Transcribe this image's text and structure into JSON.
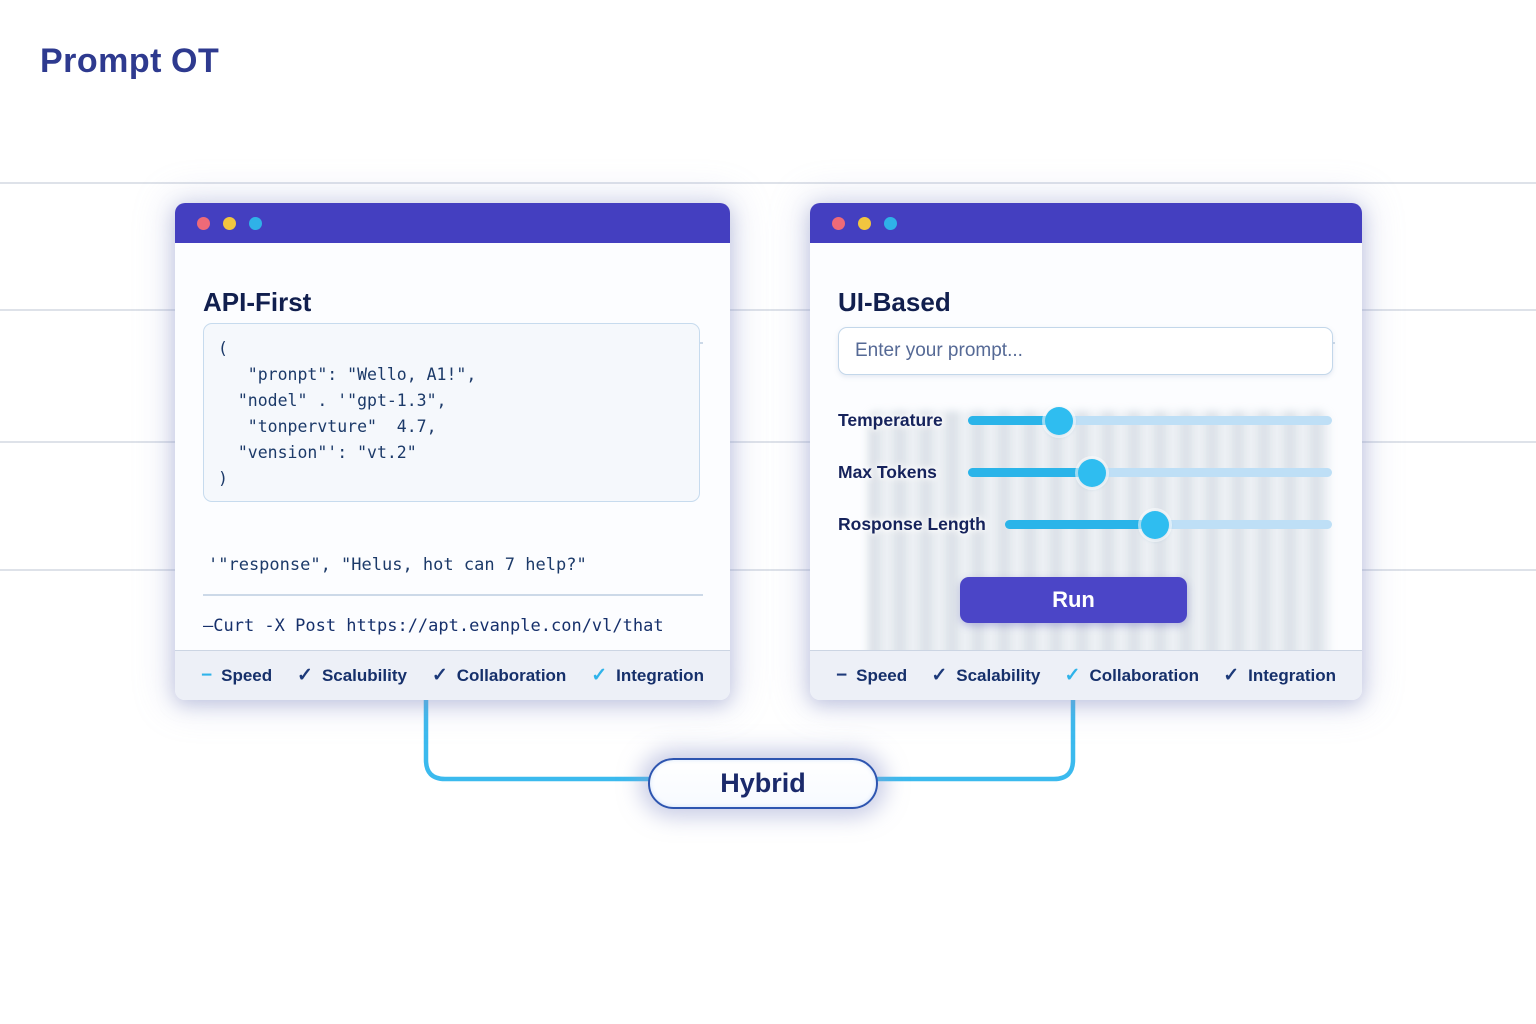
{
  "logo": {
    "part1": "Prompt",
    "part2": "OT"
  },
  "colors": {
    "titlebar": "#443fc0",
    "accent_cyan": "#2fb3ea",
    "navy_text": "#16235c",
    "run_button": "#4b45c7",
    "connector": "#3bbaee"
  },
  "left_window": {
    "title": "API-First",
    "code_lines": [
      "(",
      "   \"pronpt\": \"Wello, A1!\",",
      "  \"nodel\" . '\"gpt-1.3\",",
      "   \"tonpervture\"  4.7,",
      "  \"vension\"': \"vt.2\"",
      ")"
    ],
    "response_line": "'\"response\", \"Helus, hot can 7 help?\"",
    "curl_line": "—Curt -X Post https://apt.evanple.con/vl/that",
    "badges": [
      {
        "icon": "minus-icon",
        "glyph": "−",
        "color": "cyan",
        "label": "Speed"
      },
      {
        "icon": "check-icon",
        "glyph": "✓",
        "color": "navy",
        "label": "Scalubility"
      },
      {
        "icon": "check-icon",
        "glyph": "✓",
        "color": "navy",
        "label": "Collaboration"
      },
      {
        "icon": "check-icon",
        "glyph": "✓",
        "color": "cyan",
        "label": "Integration"
      }
    ]
  },
  "right_window": {
    "title": "UI-Based",
    "prompt_placeholder": "Enter your prompt...",
    "sliders": [
      {
        "label": "Temperature",
        "percent": 25
      },
      {
        "label": "Max Tokens",
        "percent": 34
      },
      {
        "label": "Rosponse Length",
        "percent": 46
      }
    ],
    "run_label": "Run",
    "badges": [
      {
        "icon": "minus-icon",
        "glyph": "−",
        "color": "navy",
        "label": "Speed"
      },
      {
        "icon": "check-icon",
        "glyph": "✓",
        "color": "navy",
        "label": "Scalability"
      },
      {
        "icon": "check-icon",
        "glyph": "✓",
        "color": "cyan",
        "label": "Collaboration"
      },
      {
        "icon": "check-icon",
        "glyph": "✓",
        "color": "navy",
        "label": "Integration"
      }
    ]
  },
  "hybrid_label": "Hybrid"
}
